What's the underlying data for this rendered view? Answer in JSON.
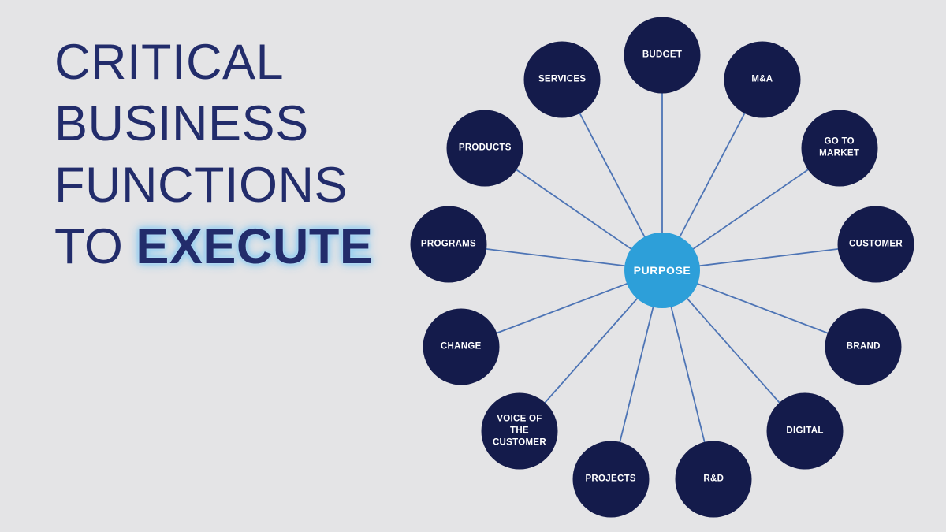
{
  "slide_title": {
    "lines": [
      "CRITICAL",
      "BUSINESS",
      "FUNCTIONS"
    ],
    "last_line_prefix": "TO",
    "last_line_highlight": "EXECUTE"
  },
  "diagram": {
    "center_label": "PURPOSE",
    "functions": [
      "BUDGET",
      "M&A",
      "GO TO\nMARKET",
      "CUSTOMER",
      "BRAND",
      "DIGITAL",
      "R&D",
      "PROJECTS",
      "VOICE OF\nTHE\nCUSTOMER",
      "CHANGE",
      "PROGRAMS",
      "PRODUCTS",
      "SERVICES"
    ]
  },
  "colors": {
    "background": "#e4e4e6",
    "title_text": "#222c6b",
    "highlight_glow": "#8ecbf0",
    "highlight_glow_bright": "#cfe9fa",
    "node_fill": "#141b4b",
    "node_text": "#ffffff",
    "center_fill": "#2d9fd9",
    "connector": "#4d74b5"
  }
}
